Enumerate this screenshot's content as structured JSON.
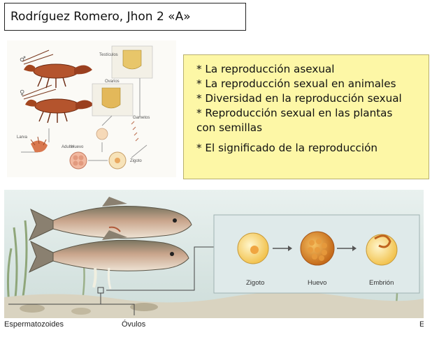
{
  "title": "Rodríguez Romero, Jhon  2 «A»",
  "topics": [
    "* La reproducción asexual",
    "* La reproducción sexual en animales",
    "* Diversidad en la reproducción sexual",
    "* Reproducción sexual en las plantas",
    "con semillas",
    "* El significado de la reproducción"
  ],
  "top_illustration": {
    "male_symbol": "♂",
    "female_symbol": "♀",
    "labels": [
      "Testículos",
      "Ovarios",
      "Gametos",
      "Larva",
      "Adulto",
      "Huevo",
      "Zigoto"
    ]
  },
  "bottom_illustration": {
    "stages": [
      "Zigoto",
      "Huevo",
      "Embrión"
    ],
    "left_label": "Espermatozoides",
    "center_label": "Óvulos",
    "corner_mark": "E"
  }
}
